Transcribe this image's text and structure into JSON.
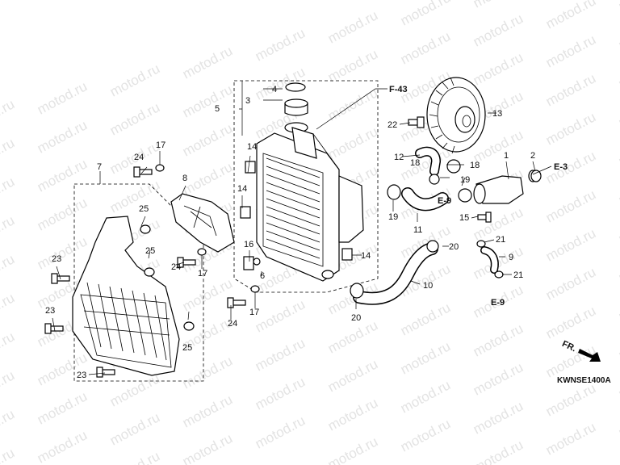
{
  "watermark": {
    "text": "motod.ru"
  },
  "diagram_code": "KWNSE1400A",
  "front_marker": "FR.",
  "callouts": {
    "c1": "1",
    "c2": "2",
    "c3": "3",
    "c4": "4",
    "c5": "5",
    "c6": "6",
    "c7": "7",
    "c8": "8",
    "c9": "9",
    "c10": "10",
    "c11": "11",
    "c12": "12",
    "c13": "13",
    "c14a": "14",
    "c14b": "14",
    "c14c": "14",
    "c15": "15",
    "c16": "16",
    "c17a": "17",
    "c17b": "17",
    "c17c": "17",
    "c18a": "18",
    "c18b": "18",
    "c19a": "19",
    "c19b": "19",
    "c20a": "20",
    "c20b": "20",
    "c21a": "21",
    "c21b": "21",
    "c22": "22",
    "c23a": "23",
    "c23b": "23",
    "c23c": "23",
    "c24a": "24",
    "c24b": "24",
    "c24c": "24",
    "c25a": "25",
    "c25b": "25",
    "c25c": "25"
  },
  "references": {
    "f43": "F-43",
    "e3": "E-3",
    "e9a": "E-9",
    "e9b": "E-9"
  }
}
